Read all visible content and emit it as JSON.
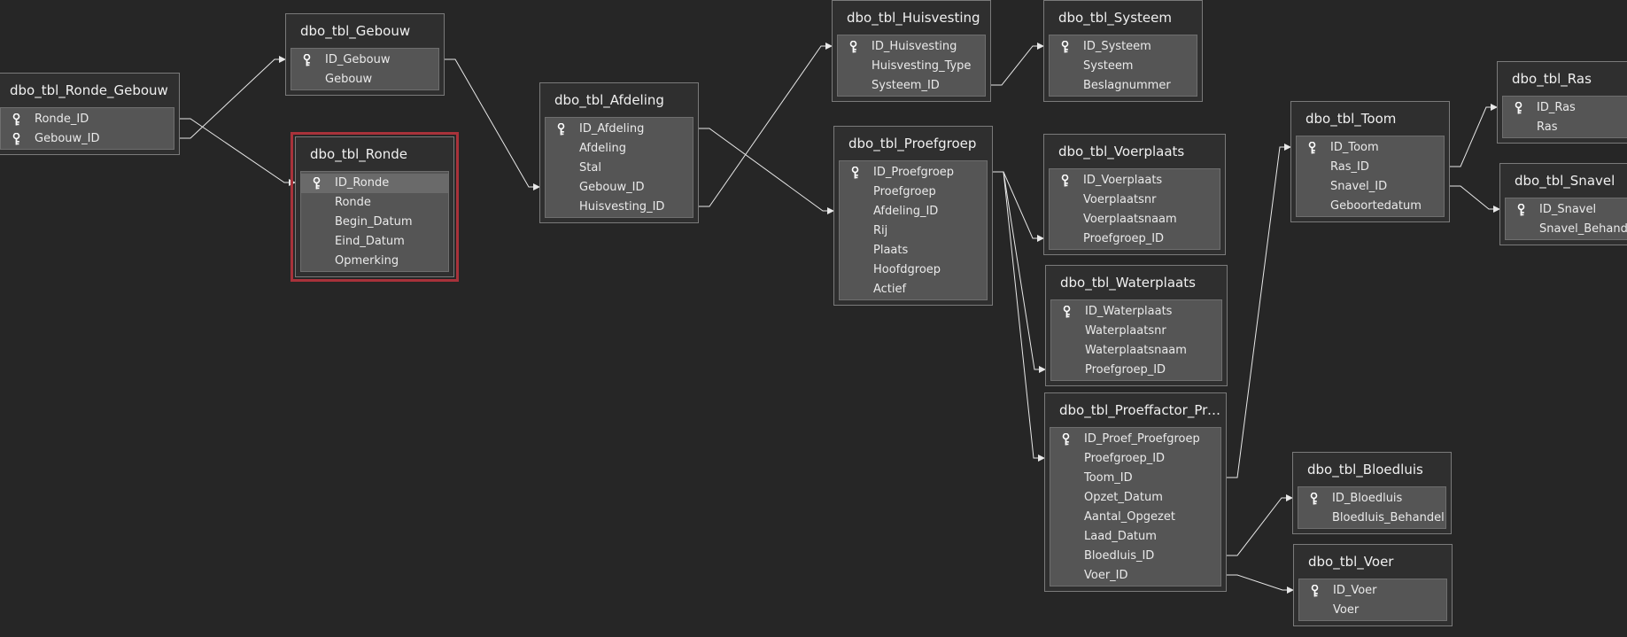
{
  "diagram": {
    "tables": [
      {
        "id": "ronde_gebouw",
        "name": "dbo_tbl_Ronde_Gebouw",
        "fields": [
          {
            "name": "Ronde_ID",
            "key": true
          },
          {
            "name": "Gebouw_ID",
            "key": true
          }
        ]
      },
      {
        "id": "gebouw",
        "name": "dbo_tbl_Gebouw",
        "fields": [
          {
            "name": "ID_Gebouw",
            "key": true
          },
          {
            "name": "Gebouw"
          }
        ]
      },
      {
        "id": "ronde",
        "name": "dbo_tbl_Ronde",
        "selected": true,
        "fields": [
          {
            "name": "ID_Ronde",
            "key": true,
            "selected": true
          },
          {
            "name": "Ronde"
          },
          {
            "name": "Begin_Datum"
          },
          {
            "name": "Eind_Datum"
          },
          {
            "name": "Opmerking"
          }
        ]
      },
      {
        "id": "afdeling",
        "name": "dbo_tbl_Afdeling",
        "fields": [
          {
            "name": "ID_Afdeling",
            "key": true
          },
          {
            "name": "Afdeling"
          },
          {
            "name": "Stal"
          },
          {
            "name": "Gebouw_ID"
          },
          {
            "name": "Huisvesting_ID"
          }
        ]
      },
      {
        "id": "huisvesting",
        "name": "dbo_tbl_Huisvesting",
        "fields": [
          {
            "name": "ID_Huisvesting",
            "key": true
          },
          {
            "name": "Huisvesting_Type"
          },
          {
            "name": "Systeem_ID"
          }
        ]
      },
      {
        "id": "systeem",
        "name": "dbo_tbl_Systeem",
        "fields": [
          {
            "name": "ID_Systeem",
            "key": true
          },
          {
            "name": "Systeem"
          },
          {
            "name": "Beslagnummer"
          }
        ]
      },
      {
        "id": "proefgroep",
        "name": "dbo_tbl_Proefgroep",
        "fields": [
          {
            "name": "ID_Proefgroep",
            "key": true
          },
          {
            "name": "Proefgroep"
          },
          {
            "name": "Afdeling_ID"
          },
          {
            "name": "Rij"
          },
          {
            "name": "Plaats"
          },
          {
            "name": "Hoofdgroep"
          },
          {
            "name": "Actief"
          }
        ]
      },
      {
        "id": "voerplaats",
        "name": "dbo_tbl_Voerplaats",
        "fields": [
          {
            "name": "ID_Voerplaats",
            "key": true
          },
          {
            "name": "Voerplaatsnr"
          },
          {
            "name": "Voerplaatsnaam"
          },
          {
            "name": "Proefgroep_ID"
          }
        ]
      },
      {
        "id": "waterplaats",
        "name": "dbo_tbl_Waterplaats",
        "fields": [
          {
            "name": "ID_Waterplaats",
            "key": true
          },
          {
            "name": "Waterplaatsnr"
          },
          {
            "name": "Waterplaatsnaam"
          },
          {
            "name": "Proefgroep_ID"
          }
        ]
      },
      {
        "id": "proeffactor",
        "name": "dbo_tbl_Proeffactor_Proef...",
        "fields": [
          {
            "name": "ID_Proef_Proefgroep",
            "key": true
          },
          {
            "name": "Proefgroep_ID"
          },
          {
            "name": "Toom_ID"
          },
          {
            "name": "Opzet_Datum"
          },
          {
            "name": "Aantal_Opgezet"
          },
          {
            "name": "Laad_Datum"
          },
          {
            "name": "Bloedluis_ID"
          },
          {
            "name": "Voer_ID"
          }
        ]
      },
      {
        "id": "toom",
        "name": "dbo_tbl_Toom",
        "fields": [
          {
            "name": "ID_Toom",
            "key": true
          },
          {
            "name": "Ras_ID"
          },
          {
            "name": "Snavel_ID"
          },
          {
            "name": "Geboortedatum"
          }
        ]
      },
      {
        "id": "ras",
        "name": "dbo_tbl_Ras",
        "fields": [
          {
            "name": "ID_Ras",
            "key": true
          },
          {
            "name": "Ras"
          }
        ]
      },
      {
        "id": "snavel",
        "name": "dbo_tbl_Snavel",
        "fields": [
          {
            "name": "ID_Snavel",
            "key": true
          },
          {
            "name": "Snavel_Behandeling"
          }
        ]
      },
      {
        "id": "bloedluis",
        "name": "dbo_tbl_Bloedluis",
        "fields": [
          {
            "name": "ID_Bloedluis",
            "key": true
          },
          {
            "name": "Bloedluis_Behandeling"
          }
        ]
      },
      {
        "id": "voer",
        "name": "dbo_tbl_Voer",
        "fields": [
          {
            "name": "ID_Voer",
            "key": true
          },
          {
            "name": "Voer"
          }
        ]
      }
    ],
    "relations": [
      {
        "from": "ronde_gebouw.Gebouw_ID",
        "to": "gebouw.ID_Gebouw"
      },
      {
        "from": "ronde_gebouw.Ronde_ID",
        "to": "ronde.ID_Ronde"
      },
      {
        "from": "gebouw.ID_Gebouw",
        "to": "afdeling.Gebouw_ID"
      },
      {
        "from": "afdeling.Huisvesting_ID",
        "to": "huisvesting.ID_Huisvesting"
      },
      {
        "from": "afdeling.ID_Afdeling",
        "to": "proefgroep.Afdeling_ID"
      },
      {
        "from": "huisvesting.Systeem_ID",
        "to": "systeem.ID_Systeem"
      },
      {
        "from": "proefgroep.ID_Proefgroep",
        "to": "voerplaats.Proefgroep_ID"
      },
      {
        "from": "proefgroep.ID_Proefgroep",
        "to": "waterplaats.Proefgroep_ID"
      },
      {
        "from": "proefgroep.ID_Proefgroep",
        "to": "proeffactor.Proefgroep_ID"
      },
      {
        "from": "proeffactor.Toom_ID",
        "to": "toom.ID_Toom"
      },
      {
        "from": "proeffactor.Bloedluis_ID",
        "to": "bloedluis.ID_Bloedluis"
      },
      {
        "from": "proeffactor.Voer_ID",
        "to": "voer.ID_Voer"
      },
      {
        "from": "toom.Ras_ID",
        "to": "ras.ID_Ras"
      },
      {
        "from": "toom.Snavel_ID",
        "to": "snavel.ID_Snavel"
      }
    ]
  }
}
